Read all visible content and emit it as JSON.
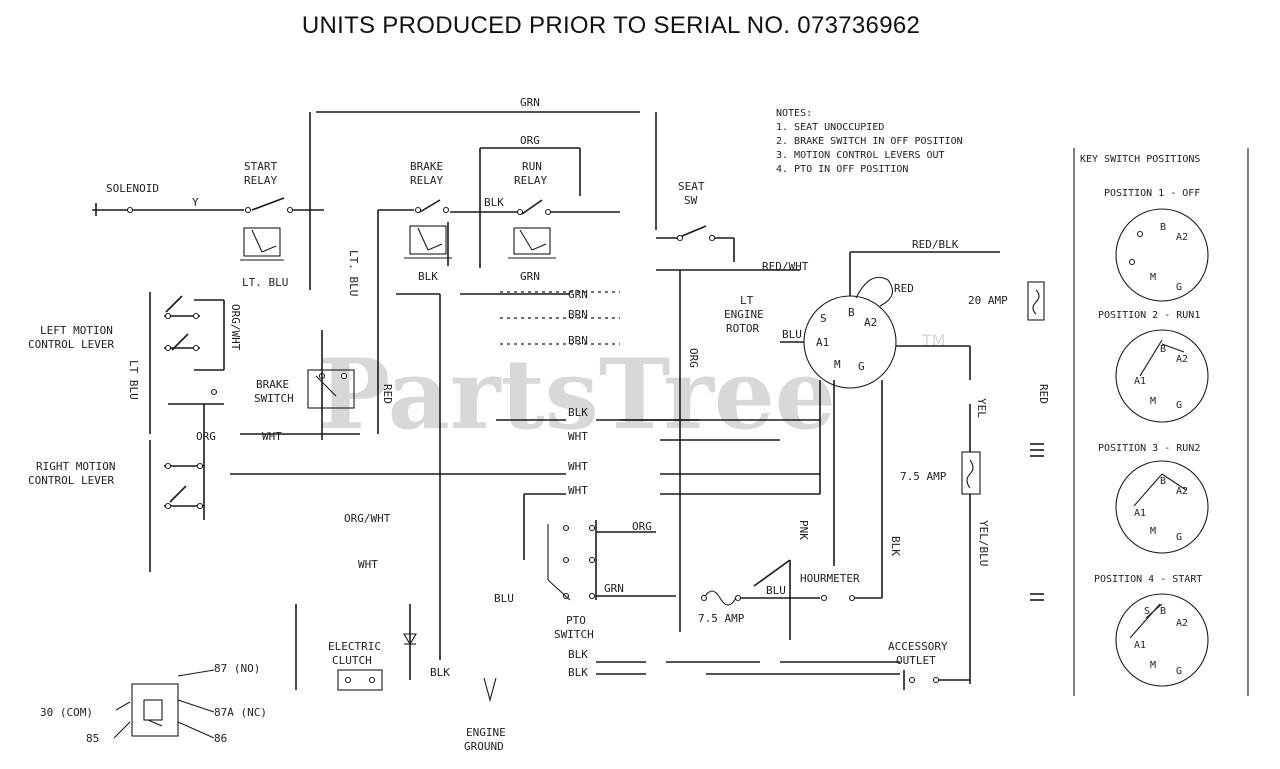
{
  "title": "UNITS PRODUCED PRIOR TO SERIAL NO. 073736962",
  "watermark": {
    "text": "PartsTree",
    "tm": "TM"
  },
  "notes": {
    "heading": "NOTES:",
    "items": [
      "1.  SEAT UNOCCUPIED",
      "2.  BRAKE SWITCH IN OFF POSITION",
      "3.  MOTION CONTROL LEVERS OUT",
      "4.  PTO IN OFF POSITION"
    ]
  },
  "key_switch": {
    "heading": "KEY SWITCH POSITIONS",
    "positions": [
      {
        "label": "POSITION 1 - OFF"
      },
      {
        "label": "POSITION 2 - RUN1"
      },
      {
        "label": "POSITION 3 - RUN2"
      },
      {
        "label": "POSITION 4 - START"
      }
    ],
    "terminals": {
      "b": "B",
      "a1": "A1",
      "a2": "A2",
      "m": "M",
      "g": "G",
      "s": "S"
    }
  },
  "components": {
    "solenoid": "SOLENOID",
    "start_relay": [
      "START",
      "RELAY"
    ],
    "brake_relay": [
      "BRAKE",
      "RELAY"
    ],
    "run_relay": [
      "RUN",
      "RELAY"
    ],
    "seat_sw": [
      "SEAT",
      "SW"
    ],
    "left_motion": [
      "LEFT MOTION",
      "CONTROL LEVER"
    ],
    "right_motion": [
      "RIGHT MOTION",
      "CONTROL LEVER"
    ],
    "brake_switch": [
      "BRAKE",
      "SWITCH"
    ],
    "lt_engine_rotor": [
      "LT",
      "ENGINE",
      "ROTOR"
    ],
    "fuse_20": "20 AMP",
    "fuse_75a": "7.5 AMP",
    "fuse_75b": "7.5 AMP",
    "hourmeter": "HOURMETER",
    "pto_switch": [
      "PTO",
      "SWITCH"
    ],
    "electric_clutch": [
      "ELECTRIC",
      "CLUTCH"
    ],
    "accessory_outlet": [
      "ACCESSORY",
      "OUTLET"
    ],
    "engine_ground": [
      "ENGINE",
      "GROUND"
    ],
    "relay_87": "87 (NO)",
    "relay_87a": "87A (NC)",
    "relay_30": "30 (COM)",
    "relay_85": "85",
    "relay_86": "86"
  },
  "wires": {
    "grn_top": "GRN",
    "org_top": "ORG",
    "lt_blu": "LT. BLU",
    "lt_blu2": "LT. BLU",
    "lt_blu3": "LT BLU",
    "blk_mid": "BLK",
    "blk_relay": "BLK",
    "grn_relay": "GRN",
    "grn1": "GRN",
    "brn1": "BRN",
    "brn2": "BRN",
    "blk2": "BLK",
    "wht1": "WHT",
    "wht2": "WHT",
    "wht3": "WHT",
    "org_wht_left": "ORG/WHT",
    "org_wht_vert": "ORG/WHT",
    "org_left": "ORG",
    "org_pto": "ORG",
    "grn_pto": "GRN",
    "wht_left": "WHT",
    "wht_low": "WHT",
    "red_vert": "RED",
    "red_wht": "RED/WHT",
    "red_blk": "RED/BLK",
    "red_right": "RED",
    "yel": "YEL",
    "yel_blu": "YEL/BLU",
    "blu": "BLU",
    "blu_pto": "BLU",
    "blu_key": "BLU",
    "pnk": "PNK",
    "blk_hour": "BLK",
    "blk_low1": "BLK",
    "blk_low2": "BLK",
    "blk_low3": "BLK",
    "org_right": "ORG",
    "y_wire": "Y"
  }
}
